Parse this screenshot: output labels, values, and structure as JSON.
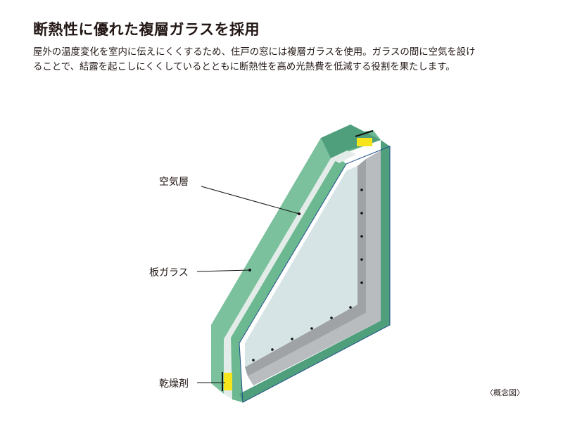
{
  "header": {
    "title": "断熱性に優れた複層ガラスを採用",
    "description_lines": [
      "屋外の温度変化を室内に伝えにくくするため、住戸の窓には複層ガラスを使用。ガラスの間に空気を設け",
      "ることで、結露を起こしにくくしているとともに断熱性を高め光熱費を低減する役割を果たします。"
    ]
  },
  "diagram": {
    "labels": {
      "air_layer": "空気層",
      "plate_glass": "板ガラス",
      "desiccant": "乾燥剤"
    },
    "note": "〈概念図〉",
    "colors": {
      "glass_face": "#7cc19d",
      "glass_side": "#4f9f7d",
      "glass_edge": "#2f7a5a",
      "air_gap": "#e8ecec",
      "inner_face": "#d6e4e6",
      "spacer": "#9fa3a6",
      "frame_gray": "#b8bcbf",
      "desiccant": "#f7e51b",
      "outline": "#1f4f8a"
    }
  }
}
